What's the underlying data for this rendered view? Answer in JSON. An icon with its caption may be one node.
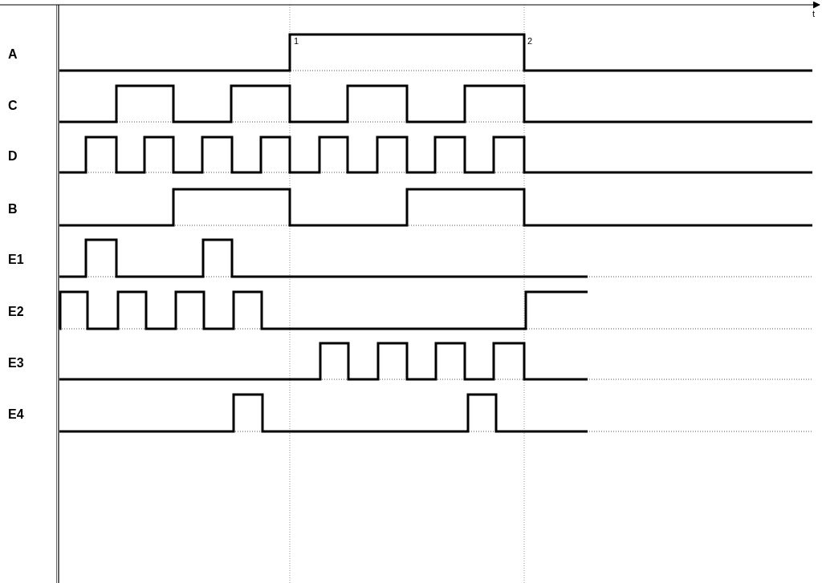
{
  "diagram": {
    "labels": [
      "t",
      "A",
      "1",
      "2",
      "C",
      "D",
      "B",
      "E1",
      "E2",
      "E3",
      "E4"
    ]
  }
}
